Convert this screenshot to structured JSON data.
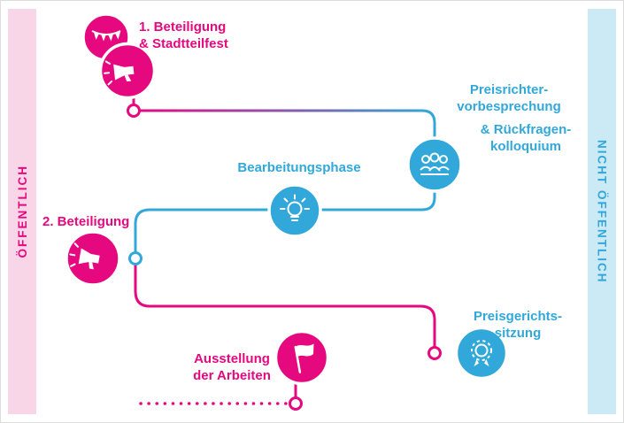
{
  "bands": {
    "left": {
      "label": "ÖFFENTLICH"
    },
    "right": {
      "label": "NICHT ÖFFENTLICH"
    }
  },
  "colors": {
    "pink": "#e5087f",
    "blue": "#31a8d9",
    "pink_light": "#f8d5e7",
    "blue_light": "#cce9f6"
  },
  "nodes": [
    {
      "id": "beteiligung-1",
      "icon": "megaphone-and-bunting-icon",
      "color": "pink",
      "label_lines": [
        "1. Beteiligung",
        "& Stadtteilfest"
      ]
    },
    {
      "id": "preisrichtervorbesprechung",
      "icon": "jury-icon",
      "color": "blue",
      "label_lines": [
        "Preisrichter-",
        "vorbesprechung",
        "& Rückfragen-",
        "kolloquium"
      ]
    },
    {
      "id": "bearbeitungsphase",
      "icon": "lightbulb-icon",
      "color": "blue",
      "label_lines": [
        "Bearbeitungsphase"
      ]
    },
    {
      "id": "beteiligung-2",
      "icon": "megaphone-icon",
      "color": "pink",
      "label_lines": [
        "2. Beteiligung"
      ]
    },
    {
      "id": "preisgerichtssitzung",
      "icon": "medal-icon",
      "color": "blue",
      "label_lines": [
        "Preisgerichts-",
        "sitzung"
      ]
    },
    {
      "id": "ausstellung",
      "icon": "flag-icon",
      "color": "pink",
      "label_lines": [
        "Ausstellung",
        "der Arbeiten"
      ]
    }
  ]
}
